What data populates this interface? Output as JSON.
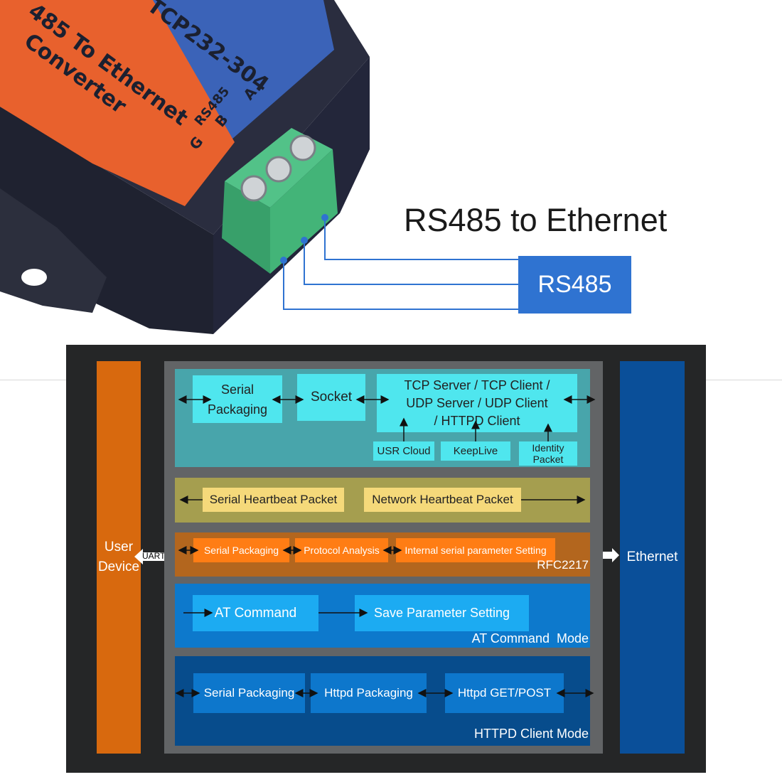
{
  "product": {
    "label_line1": "485 To Ethernet",
    "label_line2": "Converter",
    "model": "TCP232-304",
    "terminal_title": "RS485",
    "terminal_a": "A",
    "terminal_b": "B",
    "terminal_g": "G"
  },
  "headline": "RS485 to Ethernet",
  "rs485_box": "RS485",
  "diagram": {
    "user_device": "User\nDevice",
    "uart": "UART",
    "ethernet": "Ethernet",
    "socket_block": {
      "serial_packaging": "Serial\nPackaging",
      "socket": "Socket",
      "protocols": "TCP Server / TCP Client /\nUDP Server / UDP Client\n/ HTTPD Client",
      "usr_cloud": "USR Cloud",
      "keeplive": "KeepLive",
      "identity_packet": "Identity\nPacket"
    },
    "heartbeat_block": {
      "serial_heartbeat": "Serial Heartbeat Packet",
      "network_heartbeat": "Network Heartbeat Packet"
    },
    "rfc_block": {
      "serial_packaging": "Serial Packaging",
      "protocol_analysis": "Protocol Analysis",
      "internal_setting": "Internal serial parameter Setting",
      "mode_label": "RFC2217"
    },
    "at_block": {
      "at_command": "AT Command",
      "save_setting": "Save Parameter Setting",
      "mode_label": "AT Command  Mode"
    },
    "httpd_block": {
      "serial_packaging": "Serial Packaging",
      "httpd_packaging": "Httpd Packaging",
      "httpd_getpost": "Httpd GET/POST",
      "mode_label": "HTTPD Client Mode"
    }
  },
  "colors": {
    "device_orange": "#e8612d",
    "device_blue": "#3b63b8",
    "terminal_green": "#3fb077",
    "rs485_blue": "#2f73d1",
    "user_device_orange": "#d8690e",
    "ethernet_blue": "#0a4f99",
    "socket_band": "#48a5ab",
    "socket_box": "#4fe6ee",
    "heartbeat_band": "#a59e4f",
    "heartbeat_box": "#f5d97a",
    "rfc_band": "#b3661e",
    "rfc_box": "#ff7d14",
    "at_band": "#0d79cc",
    "at_box": "#1cabf2",
    "httpd_band": "#074c8c",
    "httpd_box": "#0d77cc"
  }
}
